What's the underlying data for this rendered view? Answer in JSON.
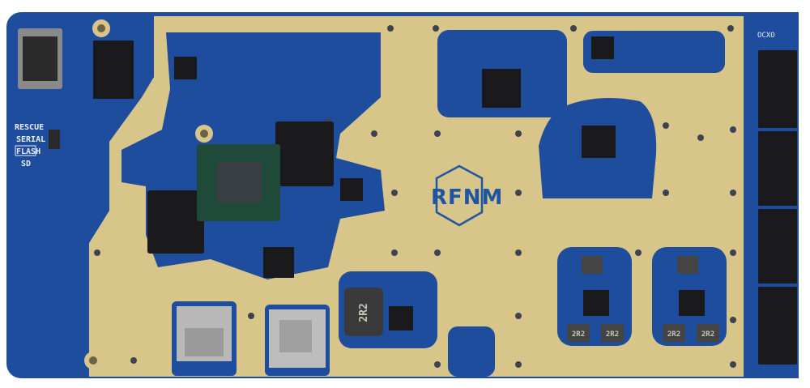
{
  "board": {
    "colors": {
      "soldermask": "#1d4d9c",
      "gold": "#d8c58a",
      "chip": "#1a1a1c",
      "soc": "#1f4a3a"
    },
    "boot_labels": [
      "RESCUE",
      "SERIAL",
      "FLASH",
      "SD"
    ],
    "logo": "RFNM",
    "ocxo_label": "OCXO",
    "inductor_marking": "2R2"
  }
}
